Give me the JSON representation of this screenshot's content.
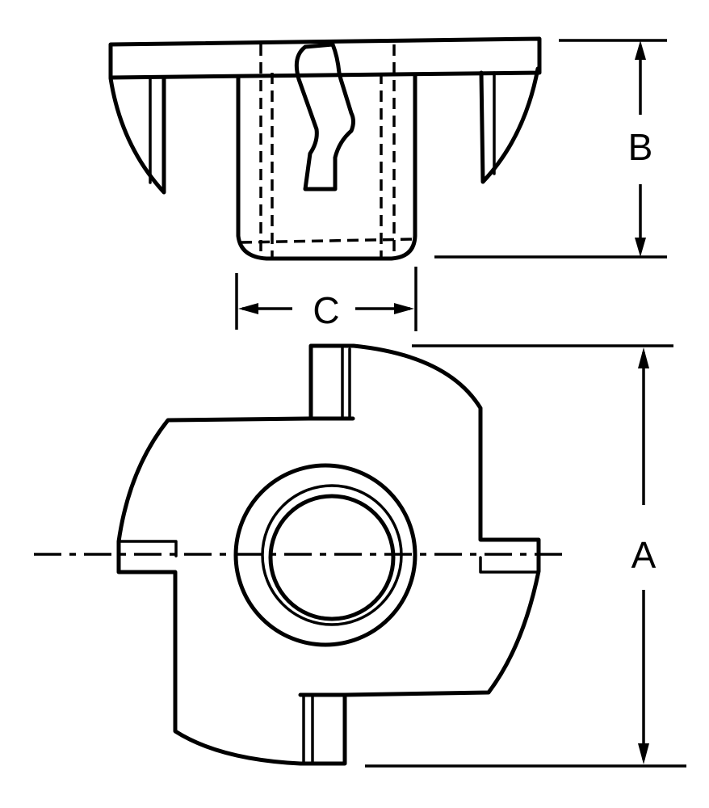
{
  "labels": {
    "height": "B",
    "width": "C",
    "diameter": "A"
  }
}
